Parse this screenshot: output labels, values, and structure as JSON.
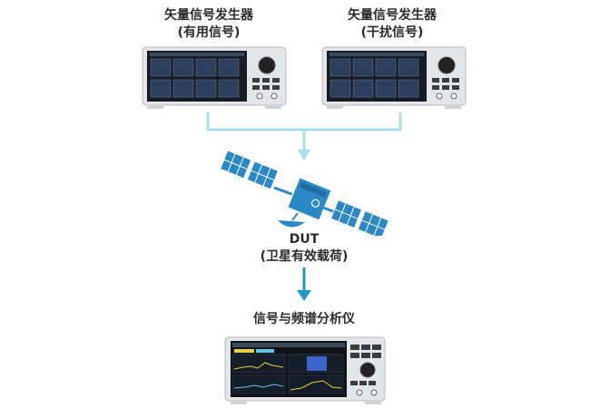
{
  "source_left": {
    "title": "矢量信号发生器",
    "subtitle": "(有用信号)"
  },
  "source_right": {
    "title": "矢量信号发生器",
    "subtitle": "(干扰信号)"
  },
  "dut": {
    "title": "DUT",
    "subtitle": "(卫星有效载荷)"
  },
  "analyzer": {
    "title": "信号与频谱分析仪"
  },
  "colors": {
    "connector": "#a8dcee",
    "arrow": "#1f97c2",
    "satellite": "#2b88c4"
  }
}
